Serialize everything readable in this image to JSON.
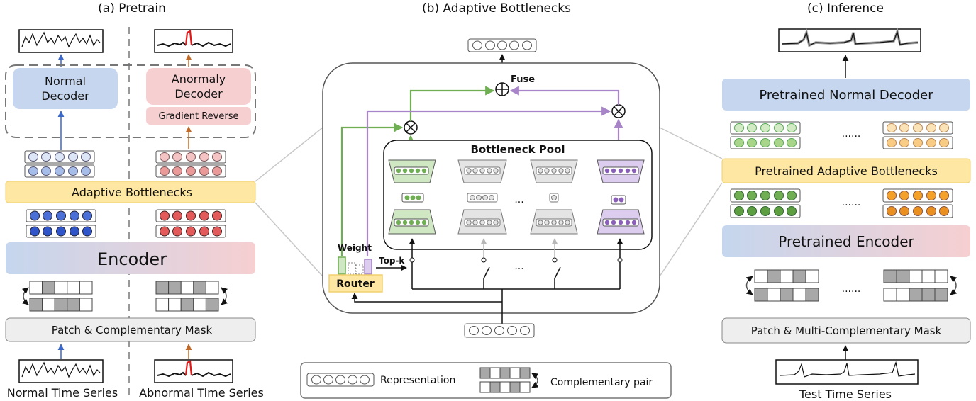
{
  "titles": {
    "a": "(a) Pretrain",
    "b": "(b) Adaptive Bottlenecks",
    "c": "(c) Inference"
  },
  "pretrain": {
    "normal_decoder_line1": "Normal",
    "normal_decoder_line2": "Decoder",
    "anomaly_decoder_line1": "Anormaly",
    "anomaly_decoder_line2": "Decoder",
    "gradient_reverse": "Gradient Reverse",
    "adaptive_bottlenecks": "Adaptive Bottlenecks",
    "encoder": "Encoder",
    "patch_mask": "Patch & Complementary Mask",
    "normal_series": "Normal Time Series",
    "abnormal_series": "Abnormal Time Series"
  },
  "bottlenecks": {
    "fuse": "Fuse",
    "pool": "Bottleneck Pool",
    "weight": "Weight",
    "topk": "Top-k",
    "router": "Router",
    "ellipsis": "...",
    "legend_representation": "Representation",
    "legend_pair": "Complementary pair"
  },
  "inference": {
    "normal_decoder": "Pretrained Normal Decoder",
    "adaptive_bottlenecks": "Pretrained Adaptive Bottlenecks",
    "encoder": "Pretrained Encoder",
    "patch_mask": "Patch & Multi-Complementary Mask",
    "test_series": "Test Time Series",
    "ellipsis": "......"
  },
  "colors": {
    "blue_box": "#c5d6ee",
    "pink_box": "#f6cfd1",
    "yellow_box": "#fde7a2",
    "green": "#6fae52",
    "purple": "#a884c8",
    "gray_box": "#eeeeee",
    "patch_gray": "#a8a8a8"
  }
}
